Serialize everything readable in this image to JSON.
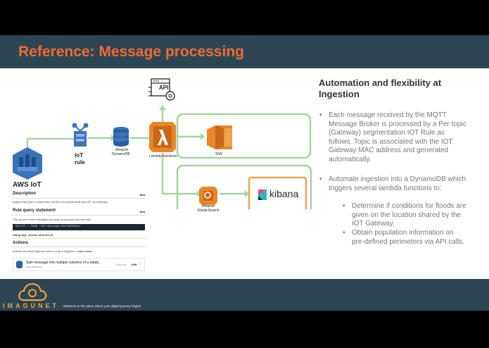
{
  "slide": {
    "title": "Reference: Message processing"
  },
  "diagram": {
    "api_label": "API",
    "aws_iot_label": "AWS IoT",
    "iot_rule_label_line1": "IoT",
    "iot_rule_label_line2": "rule",
    "dynamodb_label_line1": "Amazon",
    "dynamodb_label_line2": "DynamoDB",
    "lambda_label": "Lambda functions",
    "sns_label": "SNS",
    "elasticsearch_label_line1": "Amazon",
    "elasticsearch_label_line2": "ElasticSearch",
    "kibana_label": "kibana",
    "colors": {
      "aws_orange": "#e8862a",
      "aws_blue": "#3b73b9",
      "green_box": "#a4d4a0",
      "kibana_border": "#f0a34a",
      "title_orange": "#f26b33",
      "header_bg": "#2d4653"
    }
  },
  "console": {
    "description_heading": "Description",
    "description_edit": "Edit",
    "description_text": "Ingest Data from a Hypometer Sensor into DynamoDB with IRY as Gateway",
    "query_heading": "Rule query statement",
    "query_edit": "Edit",
    "query_hint": "The source of the messages you want to process with this rule.",
    "query_code": "SELECT * FROM 'SAT/Gateway/40170B45D31'",
    "sql_version": "Using SQL version 2016-03-23",
    "actions_heading": "Actions",
    "actions_hint": "Actions are what happens when a rule is triggered.",
    "actions_learn_more": "Learn more",
    "action_title": "Split message into multiple columns of a datab...",
    "action_subtitle": "SGE_DDBMaster",
    "action_remove": "Remove",
    "action_edit": "Edit"
  },
  "right_panel": {
    "heading_line1": "Automation and flexibility at",
    "heading_line2": "Ingestion",
    "bullet1_lines": [
      "Each message received by the MQTT",
      "Message Broker is processed by a Per topic",
      "(Gateway) segmentation IOT Rule as",
      "follows. Topic is associated with the IOT",
      "Gateway MAC address and generated",
      "automatically."
    ],
    "bullet2_lines": [
      "Automate ingestion into a DynamoDB which",
      "triggers several lambda functions to:"
    ],
    "sub1_lines": [
      "Determine if conditions for floods are",
      "given on the location shared by the",
      "IOT Gateway."
    ],
    "sub2_lines": [
      "Obtain population information on",
      "pre-defined perimeters via API calls."
    ],
    "bullet_char": "•"
  },
  "footer": {
    "brand": "IMAGUNET",
    "tagline": "Welcome to the place where your digital journey begins"
  }
}
